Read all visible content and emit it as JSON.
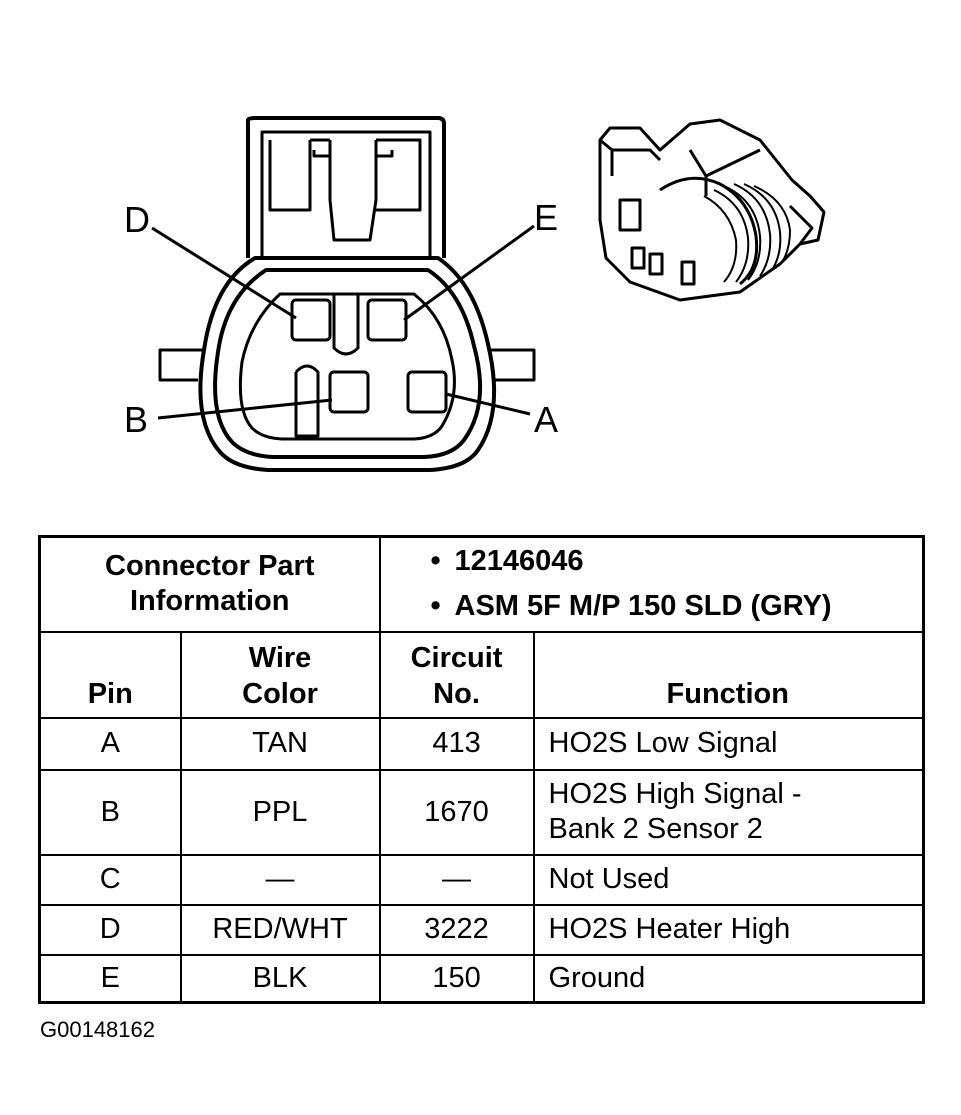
{
  "diagram": {
    "pin_labels": [
      "D",
      "E",
      "B",
      "A"
    ]
  },
  "table": {
    "connector_header": [
      "Connector Part",
      "Information"
    ],
    "connector_info": [
      "12146046",
      "ASM 5F M/P 150 SLD (GRY)"
    ],
    "bullet": "•",
    "columns": {
      "pin": "Pin",
      "wire_color": [
        "Wire",
        "Color"
      ],
      "circuit": [
        "Circuit",
        "No."
      ],
      "function": "Function"
    },
    "rows": [
      {
        "pin": "A",
        "wire": "TAN",
        "circuit": "413",
        "function": [
          "HO2S Low Signal"
        ]
      },
      {
        "pin": "B",
        "wire": "PPL",
        "circuit": "1670",
        "function": [
          "HO2S High Signal -",
          "Bank 2 Sensor 2"
        ]
      },
      {
        "pin": "C",
        "wire": "—",
        "circuit": "—",
        "function": [
          "Not Used"
        ]
      },
      {
        "pin": "D",
        "wire": "RED/WHT",
        "circuit": "3222",
        "function": [
          "HO2S Heater High"
        ]
      },
      {
        "pin": "E",
        "wire": "BLK",
        "circuit": "150",
        "function": [
          "Ground"
        ]
      }
    ]
  },
  "figure_id": "G00148162"
}
